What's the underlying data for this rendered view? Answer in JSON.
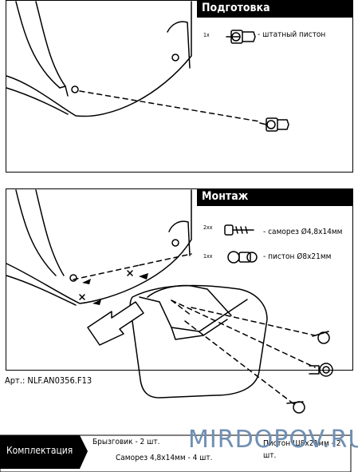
{
  "prep": {
    "title": "Подготовка",
    "qty": "1x",
    "part": "- штатный пистон"
  },
  "install": {
    "title": "Монтаж",
    "screw_qty": "2xx",
    "screw_label": "- саморез Ø4,8x14мм",
    "clip_qty": "1xx",
    "clip_label": "- пистон Ø8x21мм"
  },
  "article": "Арт.: NLF.AN0356.F13",
  "kit": {
    "title": "Комплектация",
    "item1": "Брызговик - 2 шт.",
    "item2": "Саморез 4,8x14мм - 4 шт.",
    "item3": "Пистон Ш8x21мм - 2 шт."
  },
  "watermark": "MIRDOPOV.RU"
}
